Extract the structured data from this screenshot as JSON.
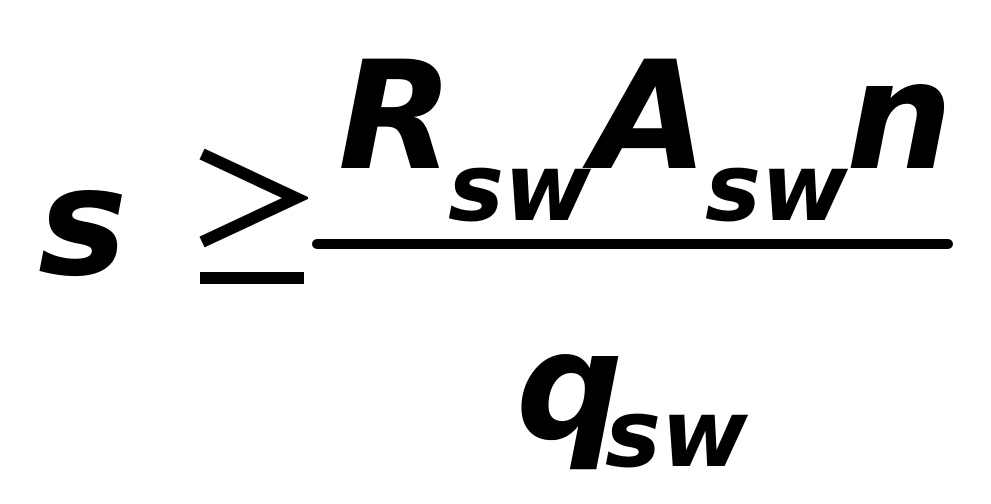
{
  "formula": {
    "lhs": "s",
    "relation": "≥",
    "numerator": {
      "factor1": {
        "symbol": "R",
        "subscript": "sw"
      },
      "factor2": {
        "symbol": "A",
        "subscript": "sw"
      },
      "factor3": {
        "symbol": "n"
      }
    },
    "denominator": {
      "symbol": "q",
      "subscript": "sw"
    }
  },
  "colors": {
    "text": "#000000",
    "background": "#ffffff"
  }
}
